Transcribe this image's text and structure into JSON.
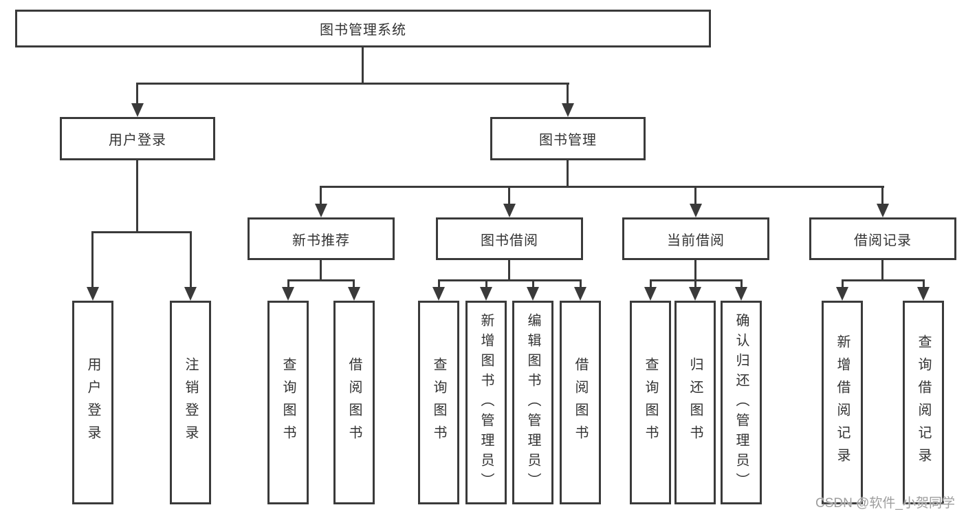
{
  "tree": {
    "root": "图书管理系统",
    "branches": [
      {
        "label": "用户登录",
        "leaves": [
          "用户登录",
          "注销登录"
        ]
      },
      {
        "label": "图书管理",
        "groups": [
          {
            "label": "新书推荐",
            "leaves": [
              "查询图书",
              "借阅图书"
            ]
          },
          {
            "label": "图书借阅",
            "leaves": [
              "查询图书",
              "新增图书（管理员）",
              "编辑图书（管理员）",
              "借阅图书"
            ]
          },
          {
            "label": "当前借阅",
            "leaves": [
              "查询图书",
              "归还图书",
              "确认归还（管理员）"
            ]
          },
          {
            "label": "借阅记录",
            "leaves": [
              "新增借阅记录",
              "查询借阅记录"
            ]
          }
        ]
      }
    ]
  },
  "watermark": "CSDN @软件_小贺同学",
  "colors": {
    "line": "#3a3a3a",
    "text": "#333333",
    "background": "#ffffff",
    "watermark": "#9e9e9e"
  }
}
